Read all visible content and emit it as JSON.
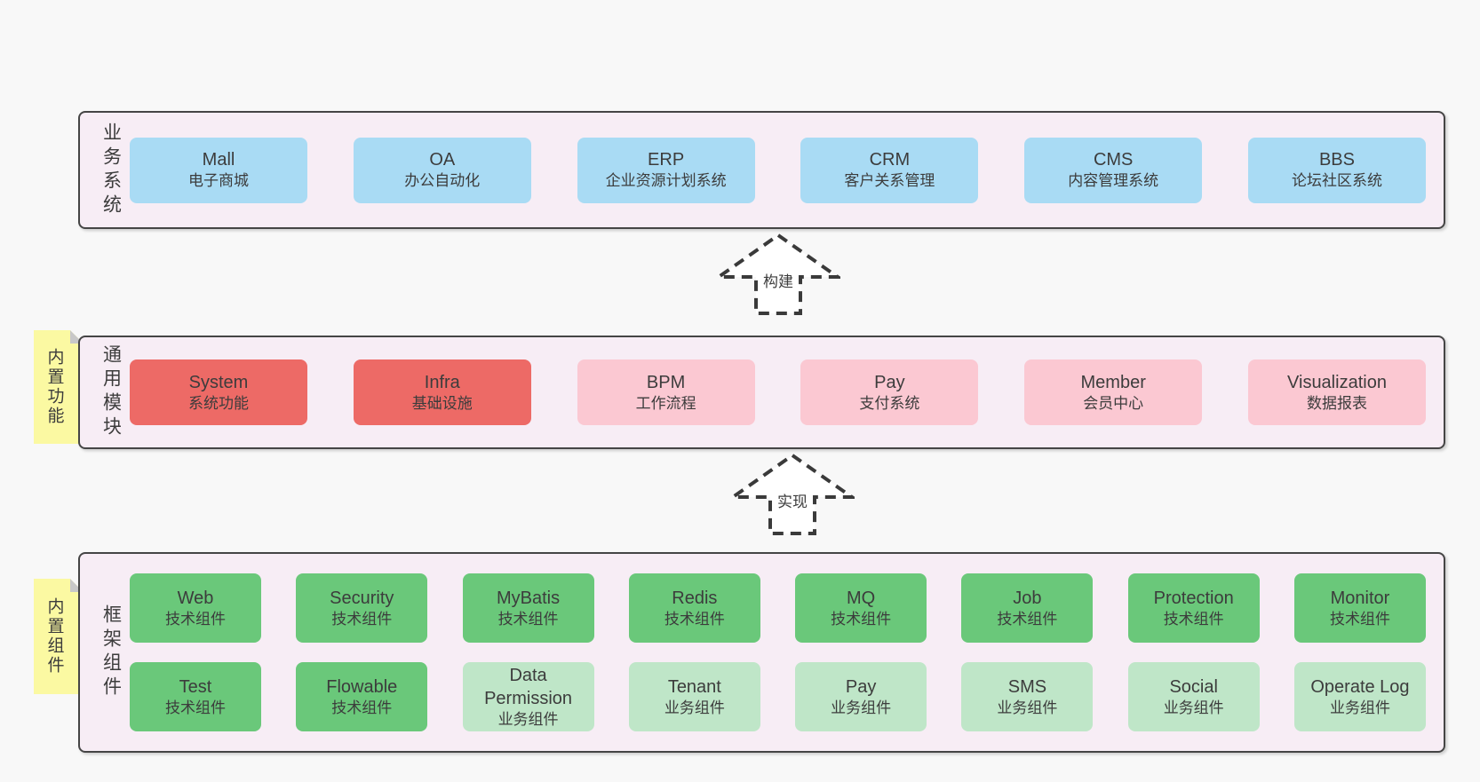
{
  "colors": {
    "page_bg": "#f8f8f8",
    "panel_bg": "#f7edf5",
    "panel_border": "#454545",
    "box_blue": "#a9dbf4",
    "box_red": "#ed6a66",
    "box_pink": "#fbc8d2",
    "box_green": "#6ac87a",
    "box_light_green": "#bfe6c8",
    "tag_yellow": "#fbf9a2",
    "fold_gray": "#c8c8c8",
    "text": "#3c3c3c",
    "arrow": "#3a3a3a",
    "arrow_fill": "#ffffff"
  },
  "sections": {
    "business": {
      "label": "业务系统",
      "boxes": [
        {
          "name": "Mall",
          "desc": "电子商城",
          "color": "blue"
        },
        {
          "name": "OA",
          "desc": "办公自动化",
          "color": "blue"
        },
        {
          "name": "ERP",
          "desc": "企业资源计划系统",
          "color": "blue"
        },
        {
          "name": "CRM",
          "desc": "客户关系管理",
          "color": "blue"
        },
        {
          "name": "CMS",
          "desc": "内容管理系统",
          "color": "blue"
        },
        {
          "name": "BBS",
          "desc": "论坛社区系统",
          "color": "blue"
        }
      ]
    },
    "modules": {
      "label": "通用模块",
      "tag": "内置功能",
      "boxes": [
        {
          "name": "System",
          "desc": "系统功能",
          "color": "red"
        },
        {
          "name": "Infra",
          "desc": "基础设施",
          "color": "red"
        },
        {
          "name": "BPM",
          "desc": "工作流程",
          "color": "pink"
        },
        {
          "name": "Pay",
          "desc": "支付系统",
          "color": "pink"
        },
        {
          "name": "Member",
          "desc": "会员中心",
          "color": "pink"
        },
        {
          "name": "Visualization",
          "desc": "数据报表",
          "color": "pink"
        }
      ]
    },
    "components": {
      "label": "框架组件",
      "tag": "内置组件",
      "row1": [
        {
          "name": "Web",
          "desc": "技术组件",
          "color": "green"
        },
        {
          "name": "Security",
          "desc": "技术组件",
          "color": "green"
        },
        {
          "name": "MyBatis",
          "desc": "技术组件",
          "color": "green"
        },
        {
          "name": "Redis",
          "desc": "技术组件",
          "color": "green"
        },
        {
          "name": "MQ",
          "desc": "技术组件",
          "color": "green"
        },
        {
          "name": "Job",
          "desc": "技术组件",
          "color": "green"
        },
        {
          "name": "Protection",
          "desc": "技术组件",
          "color": "green"
        },
        {
          "name": "Monitor",
          "desc": "技术组件",
          "color": "green"
        }
      ],
      "row2": [
        {
          "name": "Test",
          "desc": "技术组件",
          "color": "green"
        },
        {
          "name": "Flowable",
          "desc": "技术组件",
          "color": "green"
        },
        {
          "name": "Data Permission",
          "desc": "业务组件",
          "color": "light_green"
        },
        {
          "name": "Tenant",
          "desc": "业务组件",
          "color": "light_green"
        },
        {
          "name": "Pay",
          "desc": "业务组件",
          "color": "light_green"
        },
        {
          "name": "SMS",
          "desc": "业务组件",
          "color": "light_green"
        },
        {
          "name": "Social",
          "desc": "业务组件",
          "color": "light_green"
        },
        {
          "name": "Operate Log",
          "desc": "业务组件",
          "color": "light_green"
        }
      ]
    }
  },
  "arrows": [
    {
      "label": "构建"
    },
    {
      "label": "实现"
    }
  ]
}
